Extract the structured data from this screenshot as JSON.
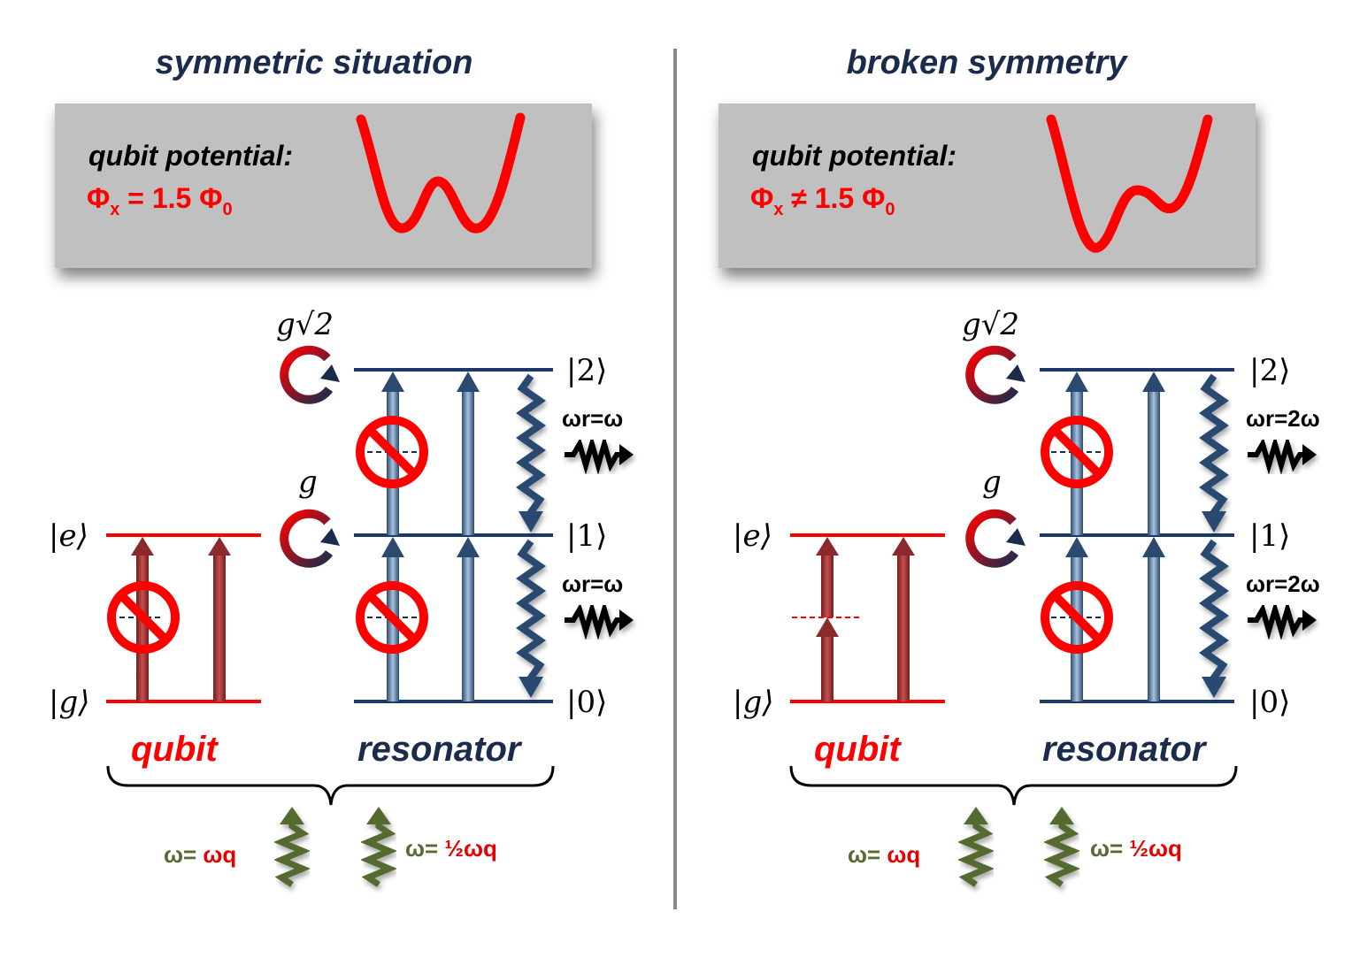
{
  "panels": [
    {
      "title": "symmetric situation",
      "potential_label": "qubit potential:",
      "flux_phi": "Φ",
      "flux_sub_x": "x",
      "flux_relation": " = 1.5 Φ",
      "flux_sub_0": "0",
      "coupling_top": "g√2",
      "coupling_mid": "g",
      "qubit_levels": [
        "|e⟩",
        "|g⟩"
      ],
      "resonator_levels": [
        "|2⟩",
        "|1⟩",
        "|0⟩"
      ],
      "omega_r_top": "ωr=ω",
      "omega_r_bottom": "ωr=ω",
      "qubit_label": "qubit",
      "resonator_label": "resonator",
      "drive_left_green": "ω= ",
      "drive_left_red": "ωq",
      "drive_right_green": "ω= ",
      "drive_right_red": "½ωq"
    },
    {
      "title": "broken symmetry",
      "potential_label": "qubit potential:",
      "flux_phi": "Φ",
      "flux_sub_x": "x",
      "flux_relation": " ≠ 1.5 Φ",
      "flux_sub_0": "0",
      "coupling_top": "g√2",
      "coupling_mid": "g",
      "qubit_levels": [
        "|e⟩",
        "|g⟩"
      ],
      "resonator_levels": [
        "|2⟩",
        "|1⟩",
        "|0⟩"
      ],
      "omega_r_top": "ωr=2ω",
      "omega_r_bottom": "ωr=2ω",
      "qubit_label": "qubit",
      "resonator_label": "resonator",
      "drive_left_green": "ω= ",
      "drive_left_red": "ωq",
      "drive_right_green": "ω= ",
      "drive_right_red": "½ωq"
    }
  ],
  "colors": {
    "qubit": "#ff0000",
    "resonator": "#1b3a6b",
    "title": "#1b2b4b",
    "potential_box": "#c0c0c0",
    "drive_green": "#556b2f"
  }
}
